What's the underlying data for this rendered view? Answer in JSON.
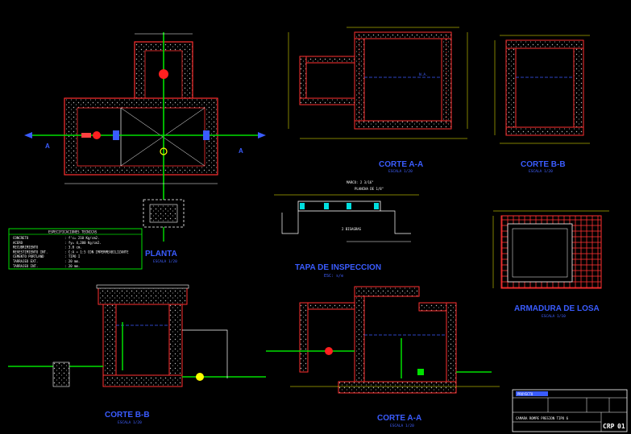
{
  "drawing": {
    "titles": {
      "planta": "PLANTA",
      "planta_scale": "ESCALA 1/20",
      "corte_aa_top": "CORTE A-A",
      "corte_aa_top_scale": "ESCALA 1/20",
      "corte_bb_top": "CORTE B-B",
      "corte_bb_top_scale": "ESCALA 1/20",
      "tapa": "TAPA DE INSPECCION",
      "tapa_scale": "ESC: s/e",
      "armadura": "ARMADURA DE LOSA",
      "armadura_scale": "ESCALA 1/10",
      "corte_bb_bottom": "CORTE B-B",
      "corte_bb_bottom_scale": "ESCALA 1/20",
      "corte_aa_bottom": "CORTE A-A",
      "corte_aa_bottom_scale": "ESCALA 1/20"
    },
    "specs": {
      "header": "ESPECIFICACIONES TECNICAS",
      "rows": [
        {
          "k": "CONCRETO",
          "v": ": f'c= 210 Kg/cm2."
        },
        {
          "k": "ACERO",
          "v": ": fy= 4,200 Kg/cm2."
        },
        {
          "k": "RECUBRIMIENTO",
          "v": ": 3.0 cm."
        },
        {
          "k": "REVESTIMIENTO INT.",
          "v": ": C:A = 1:5 CON IMPERMEABILIZANTE"
        },
        {
          "k": "CEMENTO PORTLAND",
          "v": ": TIPO I"
        },
        {
          "k": "TARRAJEO EXT.",
          "v": ": 20 mm."
        },
        {
          "k": "TARRAJEO INT.",
          "v": ": 20 mm."
        }
      ]
    },
    "tapa_notes": {
      "marco": "MARCO: 2 3/16\"",
      "plancha": "PLANCHA DE 1/8\"",
      "bisagra": "2 BISAGRAS"
    },
    "section_labels": {
      "a_left": "A",
      "a_right": "A",
      "na": "N.A."
    },
    "title_block": {
      "company": "PROYECTO",
      "sheet_title": "CAMARA ROMPE PRESION TIPO 6",
      "code": "CRP",
      "sheet_no": "01"
    }
  }
}
